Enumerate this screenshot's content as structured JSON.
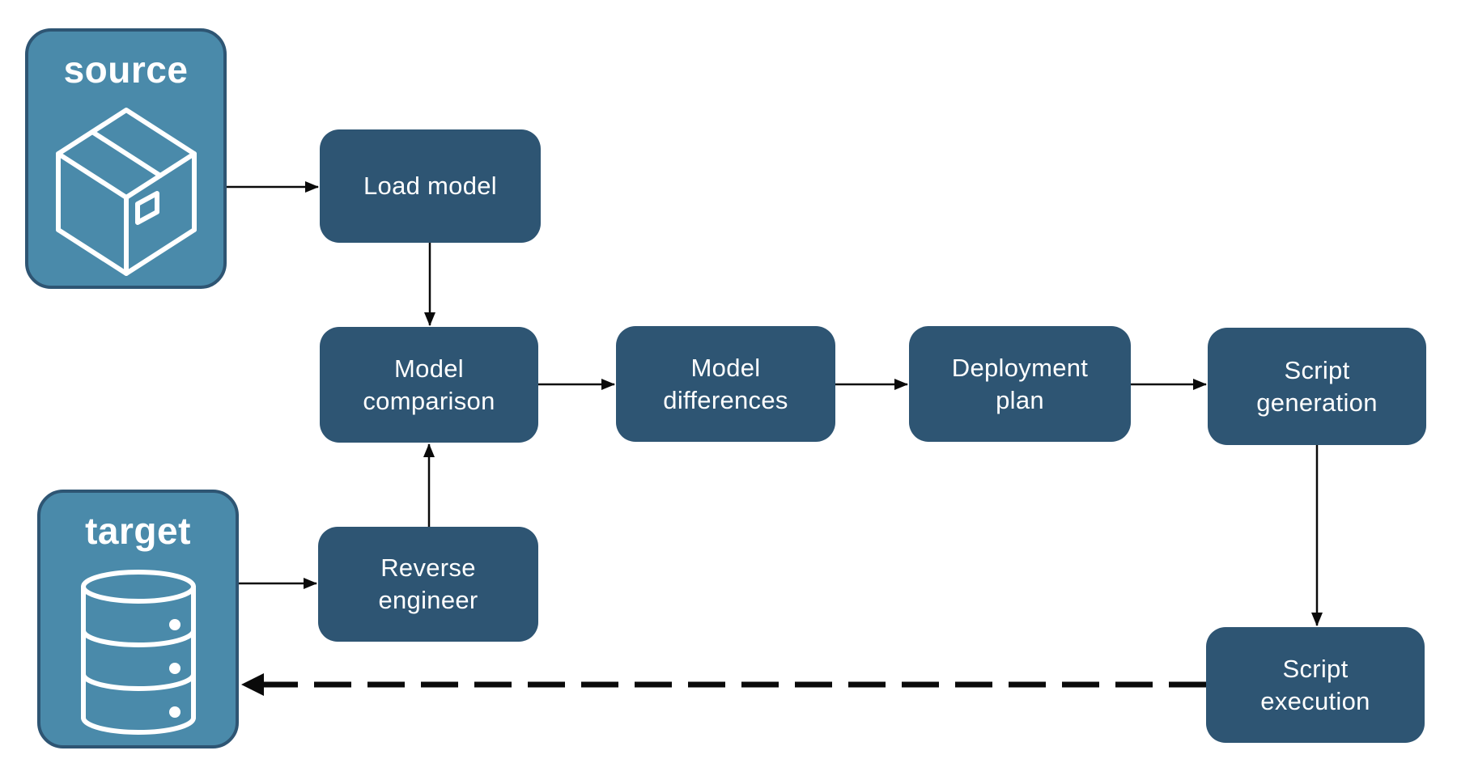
{
  "diagram": {
    "colors": {
      "node_fill": "#2e5573",
      "node_text": "#ffffff",
      "container_fill": "#4a8aaa",
      "container_border": "#2e5573",
      "container_text": "#ffffff",
      "arrow": "#0a0a0a",
      "background": "#ffffff"
    },
    "containers": {
      "source": {
        "label": "source",
        "icon": "package-icon"
      },
      "target": {
        "label": "target",
        "icon": "database-icon"
      }
    },
    "nodes": {
      "load_model": {
        "lines": [
          "Load model"
        ]
      },
      "model_comparison": {
        "lines": [
          "Model",
          "comparison"
        ]
      },
      "model_differences": {
        "lines": [
          "Model",
          "differences"
        ]
      },
      "deployment_plan": {
        "lines": [
          "Deployment",
          "plan"
        ]
      },
      "script_generation": {
        "lines": [
          "Script",
          "generation"
        ]
      },
      "script_execution": {
        "lines": [
          "Script",
          "execution"
        ]
      },
      "reverse_engineer": {
        "lines": [
          "Reverse",
          "engineer"
        ]
      }
    },
    "edges": [
      {
        "from": "source",
        "to": "load_model",
        "style": "solid"
      },
      {
        "from": "load_model",
        "to": "model_comparison",
        "style": "solid"
      },
      {
        "from": "target",
        "to": "reverse_engineer",
        "style": "solid"
      },
      {
        "from": "reverse_engineer",
        "to": "model_comparison",
        "style": "solid"
      },
      {
        "from": "model_comparison",
        "to": "model_differences",
        "style": "solid"
      },
      {
        "from": "model_differences",
        "to": "deployment_plan",
        "style": "solid"
      },
      {
        "from": "deployment_plan",
        "to": "script_generation",
        "style": "solid"
      },
      {
        "from": "script_generation",
        "to": "script_execution",
        "style": "solid"
      },
      {
        "from": "script_execution",
        "to": "target",
        "style": "dashed"
      }
    ]
  }
}
